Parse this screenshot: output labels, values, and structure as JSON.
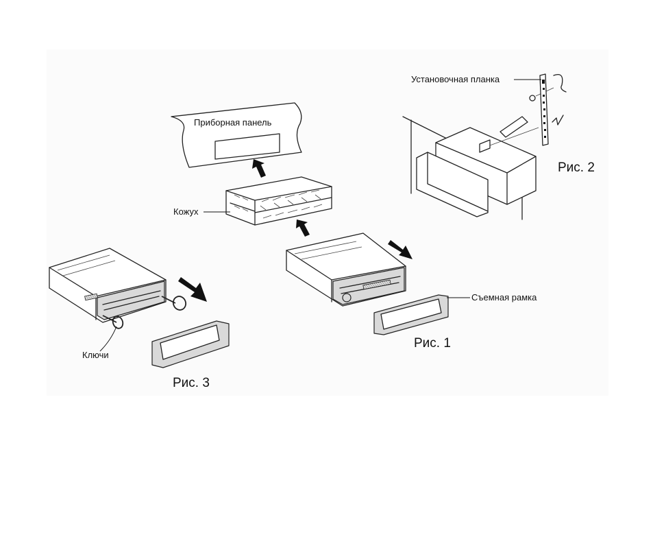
{
  "labels": {
    "mounting_strap": "Установочная планка",
    "dashboard": "Приборная панель",
    "sleeve": "Кожух",
    "trim_frame": "Съемная рамка",
    "keys": "Ключи"
  },
  "captions": {
    "fig1": "Рис. 1",
    "fig2": "Рис. 2",
    "fig3": "Рис. 3"
  }
}
